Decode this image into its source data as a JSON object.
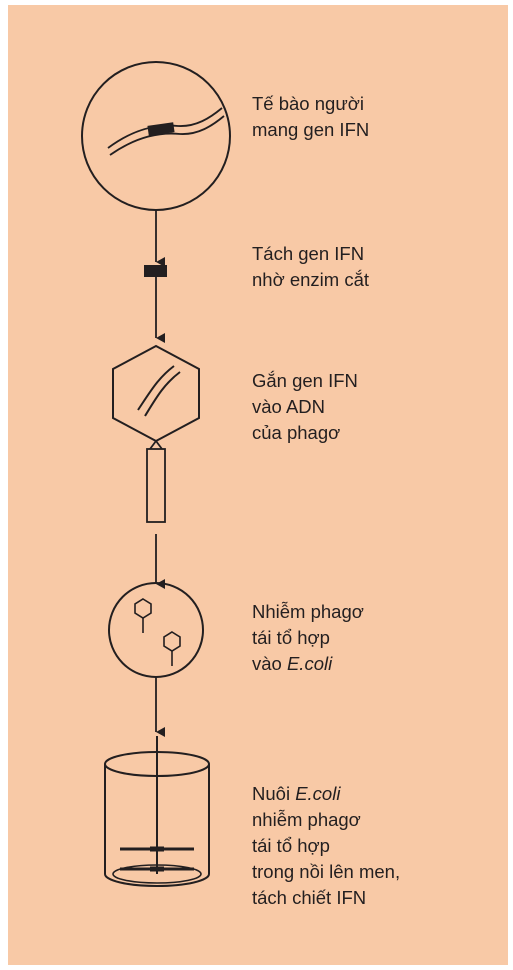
{
  "colors": {
    "background": "#f8c9a6",
    "ink": "#231f20"
  },
  "steps": [
    {
      "lines": [
        "Tế bào người",
        "mang gen IFN"
      ]
    },
    {
      "lines": [
        "Tách gen IFN",
        "nhờ enzim cắt"
      ]
    },
    {
      "lines": [
        "Gắn gen IFN",
        "vào ADN",
        "của phagơ"
      ]
    },
    {
      "lines": [
        "Nhiễm phagơ",
        "tái tổ hợp"
      ],
      "prefix": "vào ",
      "italic": "E.coli"
    },
    {
      "lead": "Nuôi ",
      "italic": "E.coli",
      "lines": [
        "nhiễm phagơ",
        "tái tổ hợp",
        "trong nồi lên men,",
        "tách chiết IFN"
      ]
    }
  ]
}
